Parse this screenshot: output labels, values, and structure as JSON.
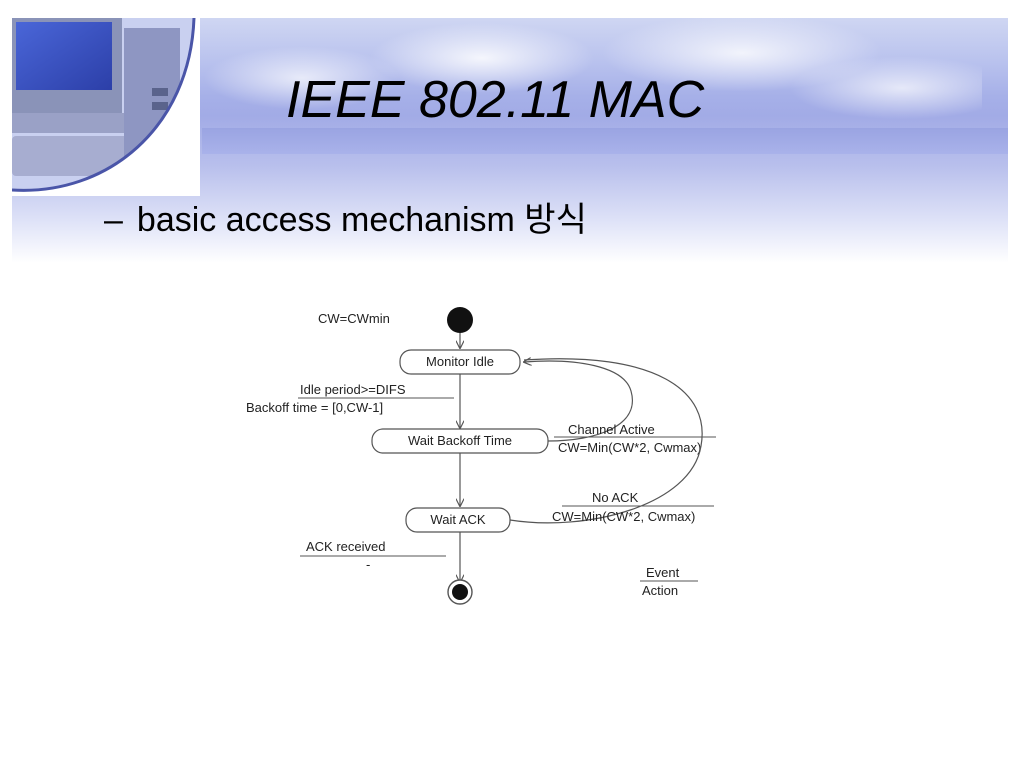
{
  "slide": {
    "title": "IEEE 802.11 MAC",
    "bullet": {
      "dash": "–",
      "text": "basic access mechanism 방식"
    }
  },
  "diagram": {
    "initial_label": "CW=CWmin",
    "states": {
      "monitor_idle": "Monitor Idle",
      "wait_backoff": "Wait Backoff Time",
      "wait_ack": "Wait ACK"
    },
    "transitions": {
      "idle_event": "Idle period>=DIFS",
      "idle_action": "Backoff time = [0,CW-1]",
      "channel_event": "Channel Active",
      "channel_action": "CW=Min(CW*2, Cwmax)",
      "noack_event": "No ACK",
      "noack_action": "CW=Min(CW*2, Cwmax)",
      "ack_event": "ACK received",
      "ack_action": "-"
    },
    "legend": {
      "event": "Event",
      "action": "Action"
    }
  },
  "colors": {
    "header_blue": "#a2abe6",
    "line": "#555555"
  },
  "icons": {
    "logo": "computer-monitor-icon"
  }
}
